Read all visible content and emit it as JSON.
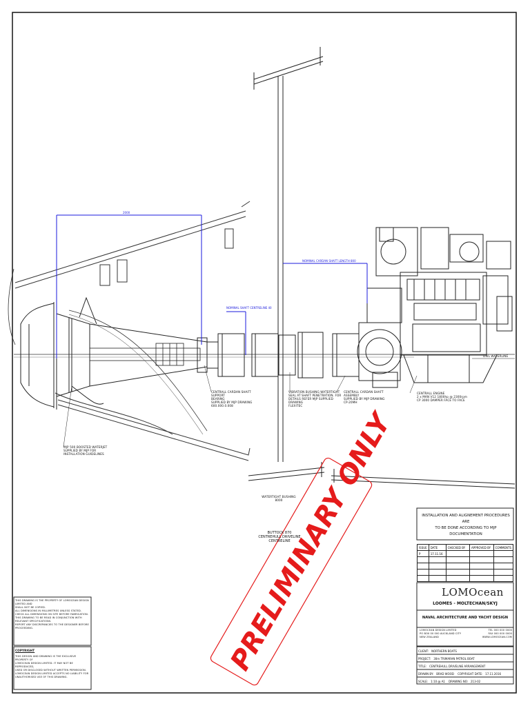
{
  "sheet": {
    "stamp": "PRELIMINARY ONLY",
    "stamp_color": "#e51b1b",
    "dimension_color": "#1a1adc"
  },
  "dimensions": {
    "overall": "2000",
    "shaft_length": "NOMINAL CARDAN SHAFT LENGTH 800",
    "shaft_angle": "NOMINAL SHAFT CENTRELINE 40"
  },
  "callouts": {
    "jet_unit": "MJP 500 BOOSTED WATERJET\nSUPPLIED BY MJP FOR\nINSTALLATION GUIDELINES",
    "shaft_support_1": "CENTRALL CARDAN SHAFT SUPPORT\nBEARING\nSUPPLIED BY MJP DRAWING\n600.000.0.008",
    "bearing_watertight": "VIBRATION BUSHING WATERTIGHT\nSEAL AT SHAFT PENETRATION. FOR\nDETAILS REFER MJP SUPPLIED DRAWING\nFLEXITEC",
    "shaft_assembly": "CENTRALL CARDAN SHAFT ASSEMBLY\nSUPPLIED BY MJP DRAWING\nCP-20MH",
    "engine": "CENTRALL ENGINE\n2 x MAN V12 1800hp @ 2300rpm\nCP 3000 DAMPER FACE TO FACE",
    "waterline": "DWL WATERLINE",
    "watertight_bushing": "WATERTIGHT BUSHING\n8000",
    "buttock": "BUTTOCK 870\nCENTREHULL DRIVELINE\nCENTRELINE"
  },
  "installation_note": "INSTALLATION AND ALIGNEMENT PROCEDURES ARE\nTO BE DONE ACCORDING TO MJP DOCUMENTATION",
  "revision_table": {
    "headers": [
      "ISSUE",
      "DATE",
      "CHECKED BY",
      "APPROVED BY",
      "COMMENTS"
    ],
    "rows": [
      [
        "P",
        "17.11.16",
        "",
        "",
        ""
      ],
      [
        "",
        "",
        "",
        "",
        ""
      ],
      [
        "",
        "",
        "",
        "",
        ""
      ],
      [
        "",
        "",
        "",
        "",
        ""
      ],
      [
        "",
        "",
        "",
        "",
        ""
      ]
    ]
  },
  "title_block": {
    "logo": "LOMOcean",
    "firm": "LOOMES - MOLTECHAN/SKYJ",
    "discipline": "NAVAL ARCHITECTURE AND YACHT DESIGN",
    "address_left": "LOMOCEAN DESIGN LIMITED\nPO BOX 00 000 AUCKLAND CITY\nNEW ZEALAND",
    "address_right": "TEL 000 000 0000\nFAX 000 000 0000\nWWW.LOMOCEAN.COM",
    "fields": [
      {
        "label": "CLIENT:",
        "value": "NORTHERN BOATS"
      },
      {
        "label": "PROJECT:",
        "value": "30m TRIMARAN PATROL BOAT"
      },
      {
        "label": "TITLE:",
        "value": "CENTREHULL DRIVELINE ARRANGEMENT"
      },
      {
        "label": "DRAWN BY:",
        "value": "BRAD WOOD    COPYRIGHT DATE:   17.11.2016"
      },
      {
        "label": "SCALE:",
        "value": "1:10 @ A1    DRAWING NO:   213-02"
      }
    ]
  },
  "notes_left": {
    "general": "THIS DRAWING IS THE PROPERTY OF LOMOCEAN DESIGN LIMITED AND\nSHALL NOT BE COPIED.\nALL DIMENSIONS IN MILLIMETRES UNLESS STATED.\nCHECK ALL DIMENSIONS ON SITE BEFORE FABRICATION.\nTHIS DRAWING TO BE READ IN CONJUNCTION WITH\nRELEVANT SPECIFICATIONS.\nREPORT ANY DISCREPANCIES TO THE DESIGNER BEFORE\nPROCEEDING.",
    "copyright_title": "COPYRIGHT",
    "copyright": "THIS DESIGN AND DRAWING IS THE EXCLUSIVE PROPERTY OF\nLOMOCEAN DESIGN LIMITED. IT MAY NOT BE REPRODUCED,\nUSED OR DISCLOSED WITHOUT WRITTEN PERMISSION.\nLOMOCEAN DESIGN LIMITED ACCEPTS NO LIABILITY FOR\nUNAUTHORISED USE OF THIS DRAWING."
  }
}
